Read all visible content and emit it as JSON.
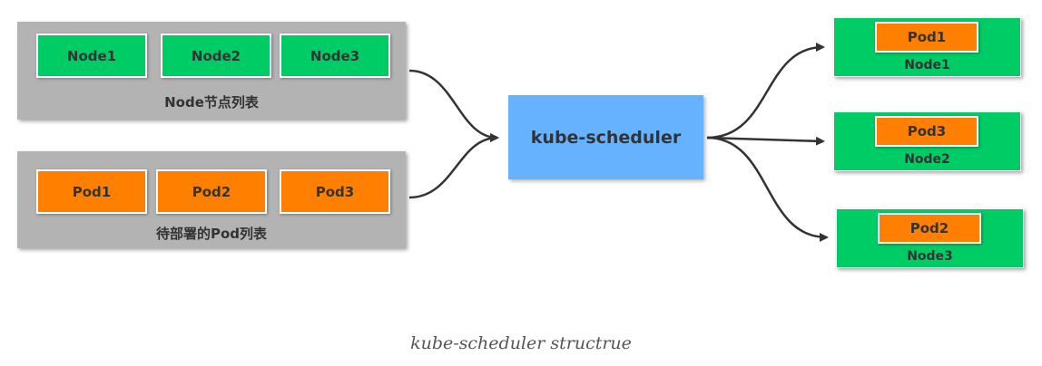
{
  "node_list": {
    "items": [
      "Node1",
      "Node2",
      "Node3"
    ],
    "label": "Node节点列表"
  },
  "pod_list": {
    "items": [
      "Pod1",
      "Pod2",
      "Pod3"
    ],
    "label": "待部署的Pod列表"
  },
  "scheduler": {
    "label": "kube-scheduler"
  },
  "results": [
    {
      "pod": "Pod1",
      "node": "Node1"
    },
    {
      "pod": "Pod3",
      "node": "Node2"
    },
    {
      "pod": "Pod2",
      "node": "Node3"
    }
  ],
  "caption": "kube-scheduler structrue",
  "colors": {
    "panel": "#b3b3b3",
    "node": "#00cc66",
    "pod": "#ff8000",
    "scheduler": "#66b2ff"
  }
}
